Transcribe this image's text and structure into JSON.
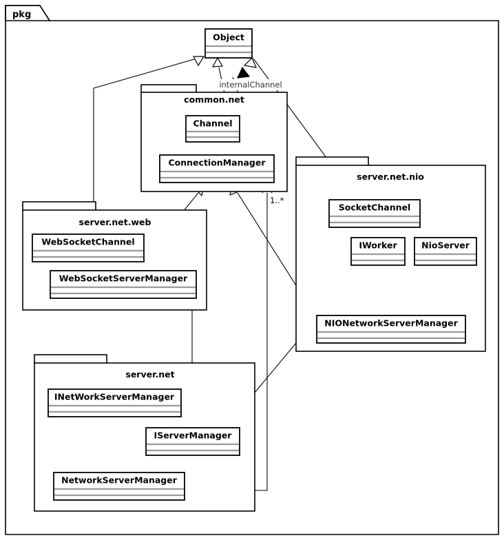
{
  "frame": {
    "label": "pkg",
    "kind": "package-frame"
  },
  "packages": [
    {
      "id": "common-net",
      "name": "common.net"
    },
    {
      "id": "server-net-web",
      "name": "server.net.web"
    },
    {
      "id": "server-net-nio",
      "name": "server.net.nio"
    },
    {
      "id": "server-net",
      "name": "server.net"
    }
  ],
  "classes": [
    {
      "id": "object",
      "name": "Object",
      "package": null
    },
    {
      "id": "channel",
      "name": "Channel",
      "package": "common-net"
    },
    {
      "id": "connection-manager",
      "name": "ConnectionManager",
      "package": "common-net"
    },
    {
      "id": "web-socket-channel",
      "name": "WebSocketChannel",
      "package": "server-net-web"
    },
    {
      "id": "web-socket-server-manager",
      "name": "WebSocketServerManager",
      "package": "server-net-web"
    },
    {
      "id": "socket-channel",
      "name": "SocketChannel",
      "package": "server-net-nio"
    },
    {
      "id": "iworker",
      "name": "IWorker",
      "package": "server-net-nio"
    },
    {
      "id": "nio-server",
      "name": "NioServer",
      "package": "server-net-nio"
    },
    {
      "id": "nio-network-server-manager",
      "name": "NIONetworkServerManager",
      "package": "server-net-nio"
    },
    {
      "id": "inetwork-server-manager",
      "name": "INetWorkServerManager",
      "package": "server-net"
    },
    {
      "id": "iserver-manager",
      "name": "IServerManager",
      "package": "server-net"
    },
    {
      "id": "network-server-manager",
      "name": "NetworkServerManager",
      "package": "server-net"
    }
  ],
  "edge_labels": {
    "internal_channel": "internalChannel",
    "multiplicity_one_to_many": "1..*"
  },
  "relationships": [
    {
      "from": "channel",
      "to": "object",
      "type": "generalization"
    },
    {
      "from": "web-socket-channel",
      "to": "object",
      "type": "generalization"
    },
    {
      "from": "socket-channel",
      "to": "object",
      "type": "generalization"
    },
    {
      "from": "connection-manager",
      "to": "channel",
      "type": "association",
      "label": "internalChannel"
    },
    {
      "from": "channel",
      "to": "connection-manager",
      "type": "directed-association"
    },
    {
      "from": "web-socket-server-manager",
      "to": "connection-manager",
      "type": "generalization"
    },
    {
      "from": "nio-network-server-manager",
      "to": "connection-manager",
      "type": "generalization"
    },
    {
      "from": "network-server-manager",
      "to": "connection-manager",
      "type": "association",
      "label": "1..*"
    },
    {
      "from": "nio-network-server-manager",
      "to": "iworker",
      "type": "realization"
    },
    {
      "from": "nio-server",
      "to": "iworker",
      "type": "dependency"
    },
    {
      "from": "network-server-manager",
      "to": "inetwork-server-manager",
      "type": "realization"
    },
    {
      "from": "network-server-manager",
      "to": "iserver-manager",
      "type": "generalization"
    },
    {
      "from": "web-socket-server-manager",
      "to": "iserver-manager",
      "type": "directed-association"
    },
    {
      "from": "nio-network-server-manager",
      "to": "iserver-manager",
      "type": "directed-association"
    }
  ],
  "colors": {
    "background": "#ffffff",
    "stroke": "#000000",
    "compartment_separator": "#9a9a9a",
    "edge_gray": "#6e6e6e"
  }
}
